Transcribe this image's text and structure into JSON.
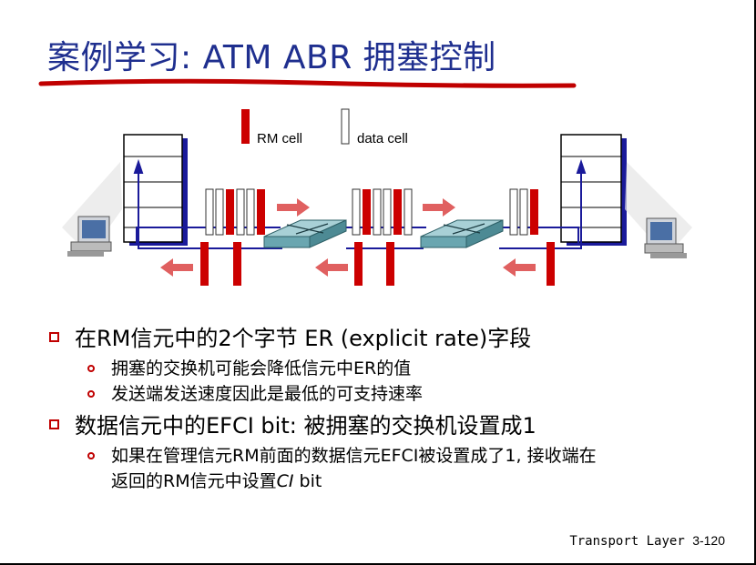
{
  "slide": {
    "title": "案例学习: ATM ABR 拥塞控制",
    "legend": {
      "rm_cell": "RM cell",
      "data_cell": "data cell"
    },
    "bullets": [
      {
        "text": "在RM信元中的2个字节 ER (explicit rate)字段",
        "sub": [
          "拥塞的交换机可能会降低信元中ER的值",
          "发送端发送速度因此是最低的可支持速率"
        ]
      },
      {
        "text": "数据信元中的EFCI bit: 被拥塞的交换机设置成1",
        "sub_rich": {
          "part1": "如果在管理信元RM前面的数据信元EFCI被设置成了1, 接收端在",
          "part2": "返回的RM信元中设置",
          "part3_italic": "CI",
          "part4": " bit"
        }
      }
    ],
    "footer": {
      "label": "Transport Layer",
      "page": "3-120"
    },
    "colors": {
      "title": "#1f2f8f",
      "rm_cell": "#cc0000",
      "arrow": "#e06060",
      "switch": "#6aa6b0",
      "link": "#1a1a9a"
    }
  }
}
